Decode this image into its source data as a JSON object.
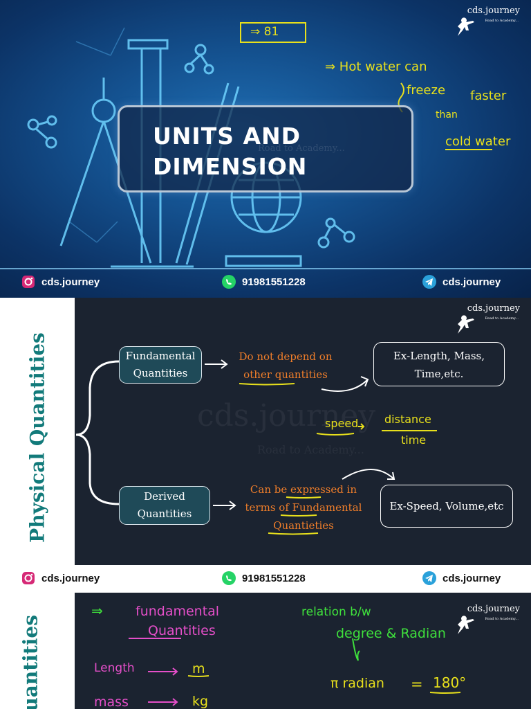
{
  "brand": {
    "name": "cds.journey",
    "tagline": "Road to Academy..."
  },
  "footer": {
    "instagram": "cds.journey",
    "whatsapp": "91981551228",
    "telegram": "cds.journey"
  },
  "slide1": {
    "title_line1": "UNITS AND",
    "title_line2": "DIMENSION",
    "watermark": "Road to Academy...",
    "note_box": "⇒ 81",
    "note_lines": [
      "⇒ Hot water can",
      "freeze",
      "faster",
      "than",
      "cold water"
    ]
  },
  "slide2": {
    "side_title": "Physical Quantities",
    "fundamental": {
      "line1": "Fundamental",
      "line2": "Quantities"
    },
    "fundamental_desc": {
      "line1": "Do not depend on",
      "line2": "other quantities"
    },
    "fundamental_example": {
      "line1": "Ex-Length, Mass,",
      "line2": "Time,etc."
    },
    "speed_note": {
      "left": "speed",
      "numerator": "distance",
      "denominator": "time"
    },
    "derived": {
      "line1": "Derived",
      "line2": "Quantities"
    },
    "derived_desc": {
      "line1": "Can be expressed in",
      "line2": "terms of Fundamental",
      "line3": "Quantieties"
    },
    "derived_example": "Ex-Speed, Volume,etc",
    "watermark_big": "cds.journey",
    "watermark_small": "Road to Academy..."
  },
  "slide3": {
    "side_title": "Quantities",
    "heading_left_arrow": "⇒",
    "heading_left_1": "fundamental",
    "heading_left_2": "Quantities",
    "heading_right_1": "relation b/w",
    "heading_right_2": "degree & Radian",
    "row1_label": "Length",
    "row1_unit": "m",
    "row2_label": "mass",
    "row2_unit": "kg",
    "pi_eq_left": "π radian",
    "pi_eq_mid": "=",
    "pi_eq_right": "180°"
  },
  "colors": {
    "hand_yellow": "#e8e01c",
    "hand_pink": "#e54fc9",
    "hand_green": "#3fe13c",
    "accent_orange": "#f07e2a",
    "teal": "#127a7a"
  }
}
